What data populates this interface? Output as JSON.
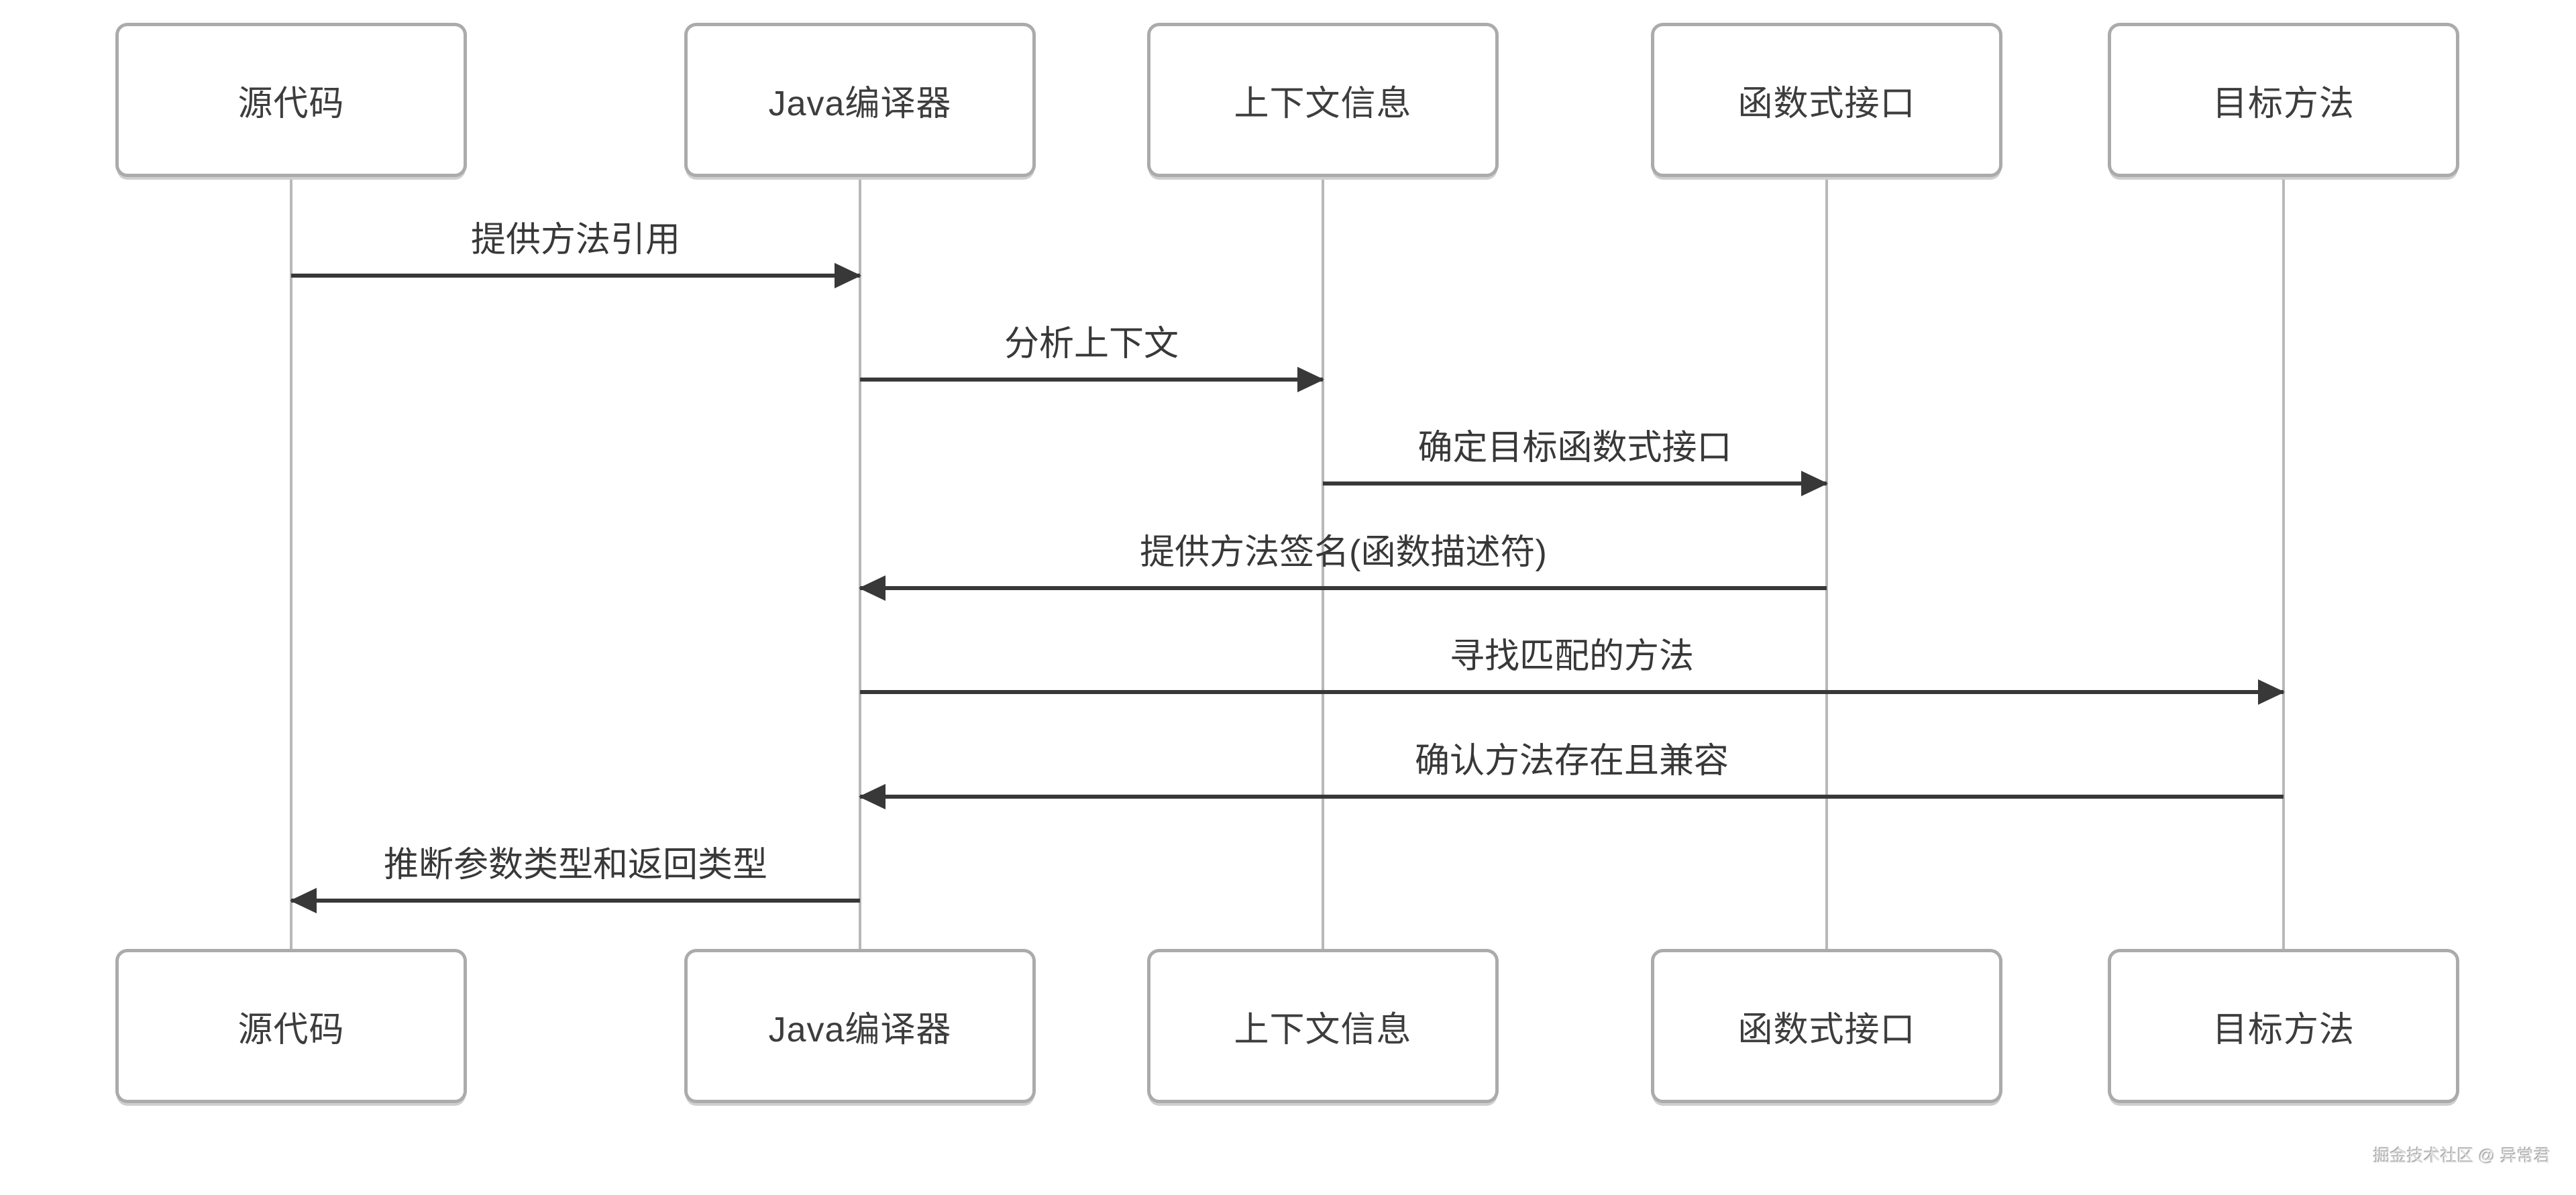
{
  "diagram": {
    "type": "sequence-diagram",
    "participants": [
      {
        "id": "source-code",
        "label": "源代码"
      },
      {
        "id": "java-compiler",
        "label": "Java编译器"
      },
      {
        "id": "context-info",
        "label": "上下文信息"
      },
      {
        "id": "functional-interface",
        "label": "函数式接口"
      },
      {
        "id": "target-method",
        "label": "目标方法"
      }
    ],
    "messages": [
      {
        "from": "源代码",
        "to": "Java编译器",
        "text": "提供方法引用",
        "direction": "right"
      },
      {
        "from": "Java编译器",
        "to": "上下文信息",
        "text": "分析上下文",
        "direction": "right"
      },
      {
        "from": "上下文信息",
        "to": "函数式接口",
        "text": "确定目标函数式接口",
        "direction": "right"
      },
      {
        "from": "函数式接口",
        "to": "Java编译器",
        "text": "提供方法签名(函数描述符)",
        "direction": "left"
      },
      {
        "from": "Java编译器",
        "to": "目标方法",
        "text": "寻找匹配的方法",
        "direction": "right"
      },
      {
        "from": "目标方法",
        "to": "Java编译器",
        "text": "确认方法存在且兼容",
        "direction": "left"
      },
      {
        "from": "Java编译器",
        "to": "源代码",
        "text": "推断参数类型和返回类型",
        "direction": "left"
      }
    ],
    "watermark": "掘金技术社区 @ 异常君",
    "colors": {
      "background": "#ffffff",
      "box_border": "#ababab",
      "box_text": "#3d3d3d",
      "lifeline": "#b8b8b8",
      "arrow": "#383838",
      "message_text": "#383838",
      "watermark": "#e0e0e0"
    }
  }
}
